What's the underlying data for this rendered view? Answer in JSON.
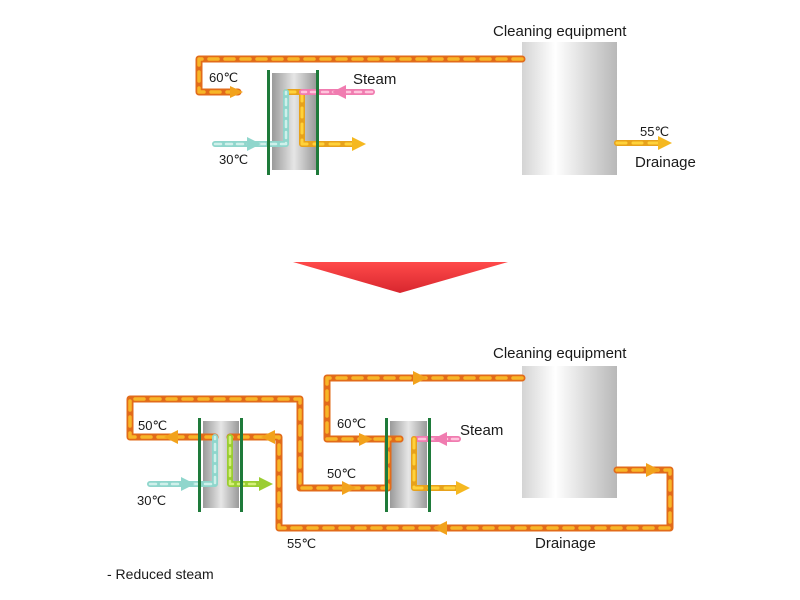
{
  "colors": {
    "hot_pipe": "#f2a21c",
    "hot_pipe_dark": "#e0661a",
    "steam": "#f07cb0",
    "cold_water": "#8fd6cc",
    "preheated_water": "#9acd32",
    "frame_green": "#1e7a3a",
    "arrow_red": "#e8383d"
  },
  "icons": [
    "heat-exchanger-icon",
    "cleaning-tank-icon",
    "down-arrow-icon",
    "flow-arrow-icon"
  ],
  "before": {
    "tank_label": "Cleaning equipment",
    "steam_label": "Steam",
    "hot_temp": "60℃",
    "cold_temp": "30℃",
    "drain_temp": "55℃",
    "drain_label": "Drainage"
  },
  "after": {
    "tank_label": "Cleaning equipment",
    "steam_label": "Steam",
    "hot_temp": "60℃",
    "recovered_temp": "50℃",
    "mid_temp": "50℃",
    "cold_temp": "30℃",
    "drain_temp": "55℃",
    "drain_label": "Drainage"
  },
  "note": "- Reduced steam"
}
